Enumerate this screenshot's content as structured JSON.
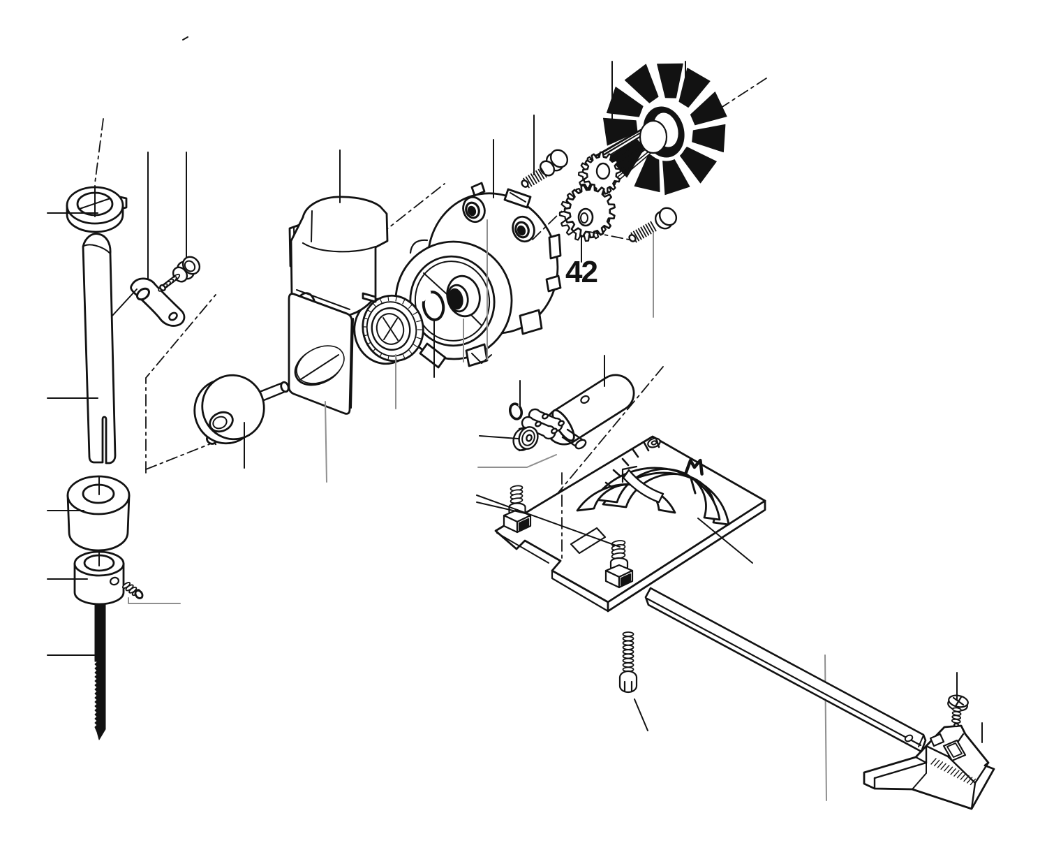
{
  "page": {
    "background": "#ffffff"
  },
  "diagram": {
    "type": "exploded-parts-diagram",
    "ink": "#121212",
    "leader_gray": "#8f8f8f",
    "background": "#ffffff",
    "callouts": [
      {
        "id": "gear-callout",
        "text": "42"
      }
    ],
    "parts": [
      "upper-shaft-collar",
      "plunger-rod",
      "link-lever",
      "link-screw",
      "housing-cover",
      "seal-plate",
      "eccentric-drive",
      "ball-bearing",
      "retaining-ring",
      "gearbox-housing",
      "hex-bolt-upper",
      "motor-pinion-gear",
      "cooling-fan",
      "drive-gear-42",
      "hex-bolt-right",
      "spacer-bushing",
      "blade-collar",
      "set-screw",
      "saw-blade",
      "o-ring",
      "roller",
      "link-plates",
      "pivot-pin",
      "crank-cylinder",
      "base-plate",
      "angle-scale-arch",
      "clamp-screw-front",
      "clamp-screw-rear",
      "mounting-screw",
      "depth-stop-bar",
      "guard-screw",
      "blade-guard-foot"
    ]
  }
}
